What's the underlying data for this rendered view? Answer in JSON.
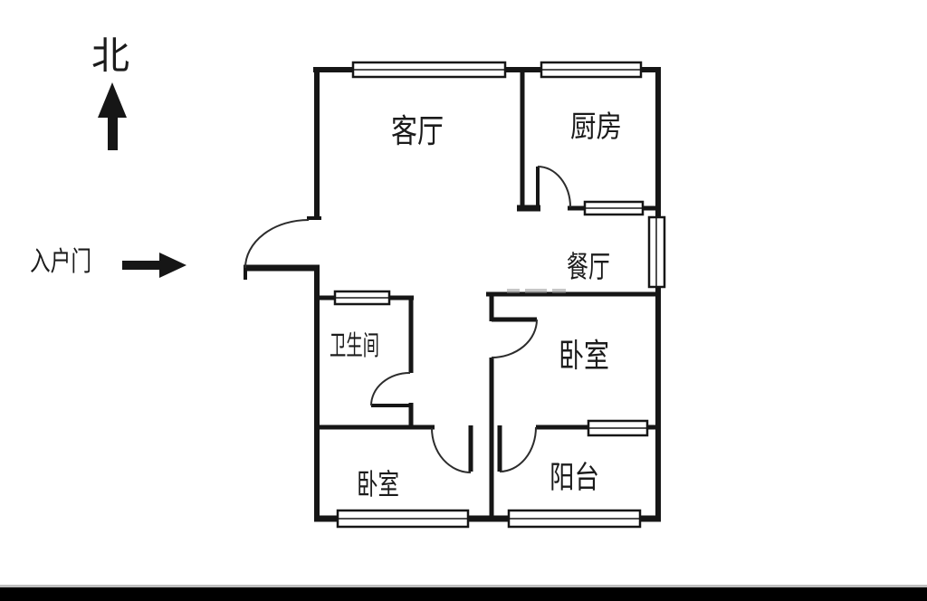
{
  "compass": {
    "north_label": "北"
  },
  "entry": {
    "label": "入户门"
  },
  "rooms": {
    "living_room": "客厅",
    "kitchen": "厨房",
    "dining_room": "餐厅",
    "bathroom": "卫生间",
    "bedroom_main": "卧室",
    "bedroom_second": "卧室",
    "balcony": "阳台"
  },
  "colors": {
    "wall": "#161616",
    "background": "#ffffff",
    "footer_bar": "#000000"
  }
}
